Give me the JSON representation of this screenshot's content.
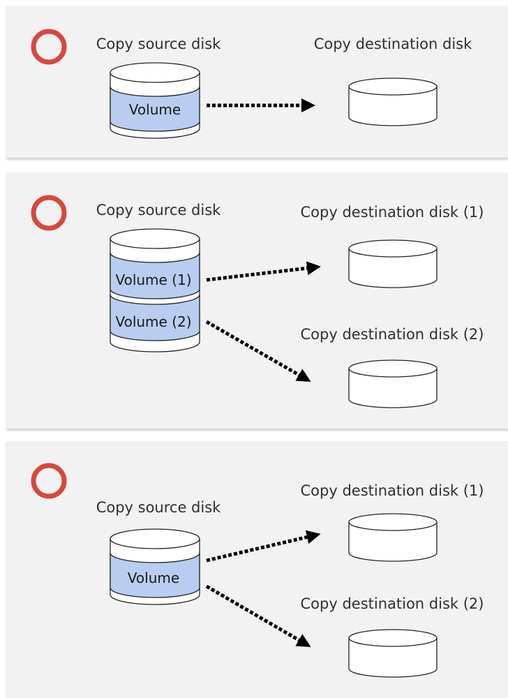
{
  "panels": [
    {
      "status_icon": "ok-circle-icon",
      "source_label": "Copy source disk",
      "volumes": [
        "Volume"
      ],
      "destinations": [
        "Copy destination disk"
      ]
    },
    {
      "status_icon": "ok-circle-icon",
      "source_label": "Copy source disk",
      "volumes": [
        "Volume (1)",
        "Volume (2)"
      ],
      "destinations": [
        "Copy destination disk (1)",
        "Copy destination disk (2)"
      ]
    },
    {
      "status_icon": "ok-circle-icon",
      "source_label": "Copy source disk",
      "volumes": [
        "Volume"
      ],
      "destinations": [
        "Copy destination disk (1)",
        "Copy destination disk (2)"
      ]
    }
  ],
  "colors": {
    "ok_circle": "#d9473b",
    "volume_fill": "#b8cdf0",
    "arrow": "#000000"
  }
}
